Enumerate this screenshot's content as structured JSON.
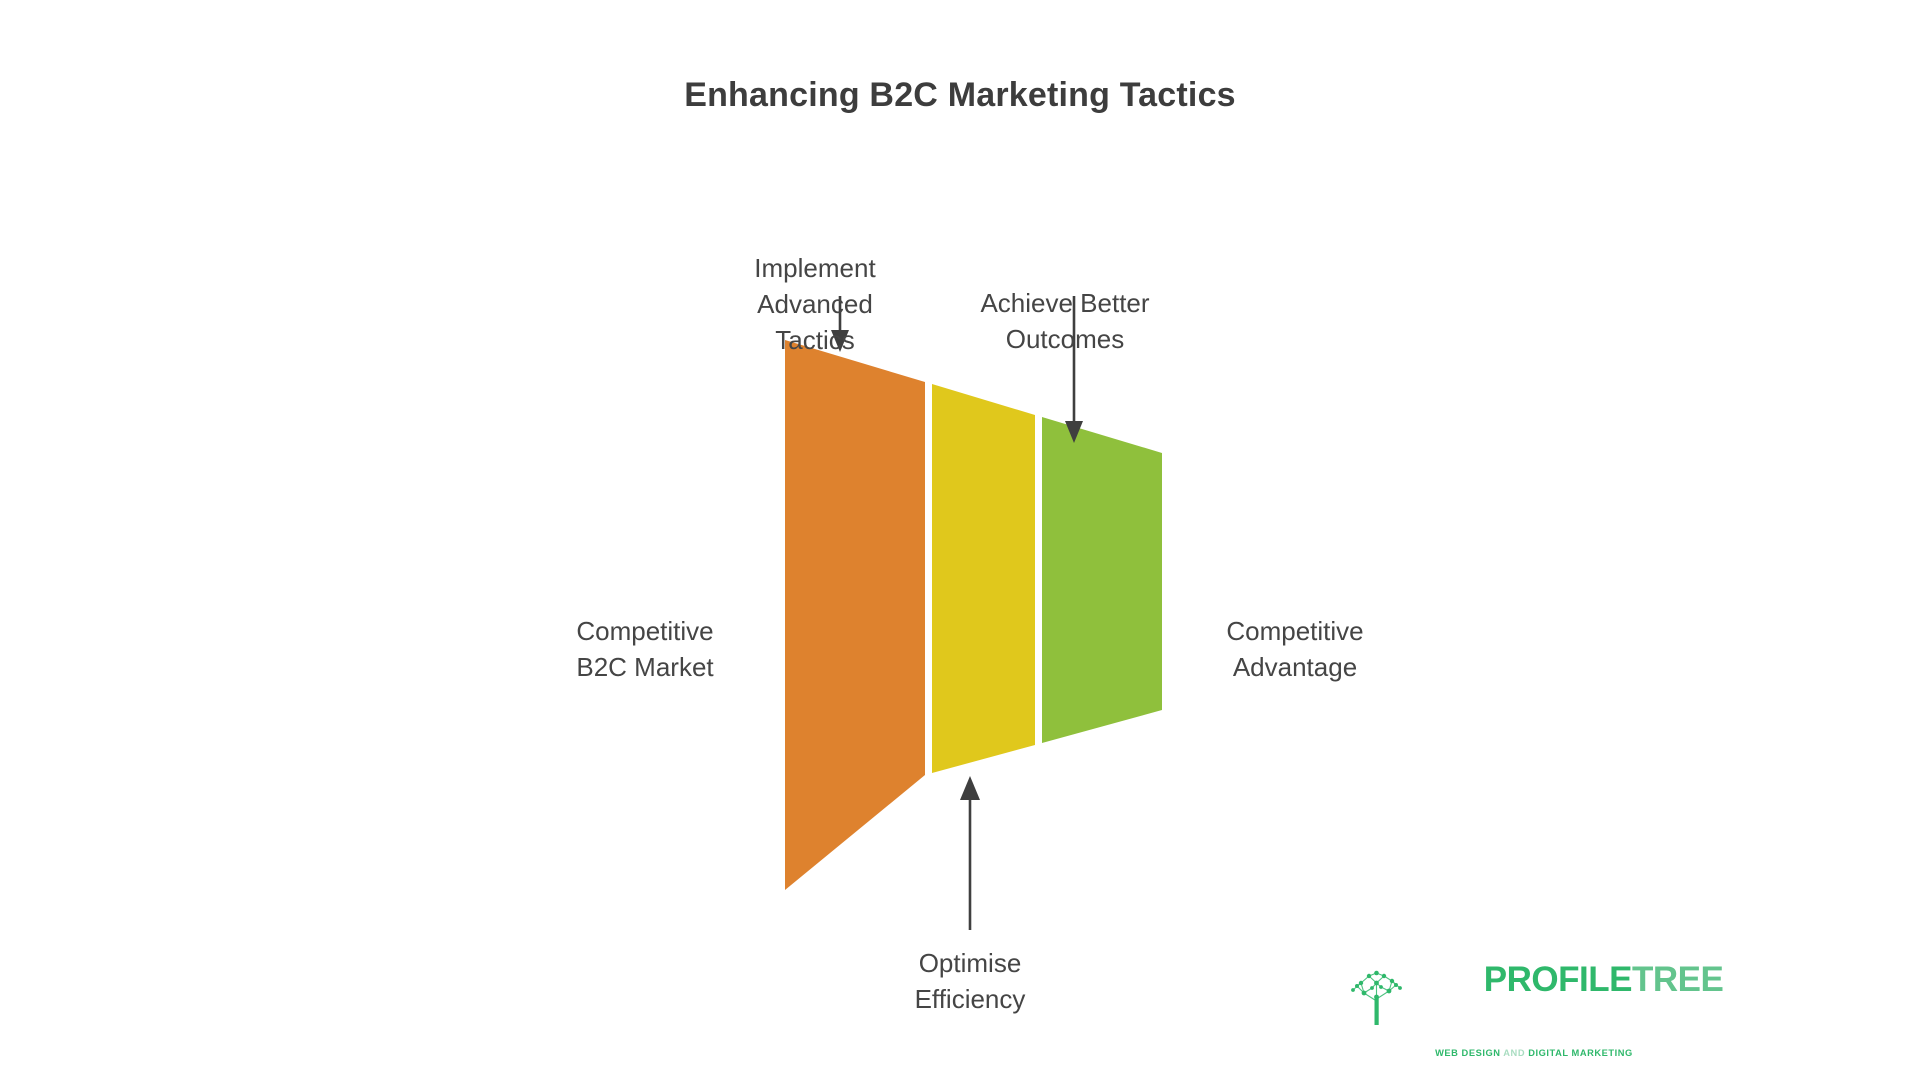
{
  "page": {
    "title": "Enhancing B2C Marketing Tactics",
    "background_color": "#ffffff",
    "text_color": "#454545"
  },
  "chart_data": {
    "type": "funnel",
    "title": "Enhancing B2C Marketing Tactics",
    "orientation": "horizontal",
    "direction": "left-to-right narrowing",
    "segments": [
      {
        "name": "stage-1",
        "color": "#de822e",
        "color_name": "orange",
        "relative_width": 0.37
      },
      {
        "name": "stage-2",
        "color": "#e0c81c",
        "color_name": "yellow",
        "relative_width": 0.3
      },
      {
        "name": "stage-3",
        "color": "#8fc03c",
        "color_name": "green",
        "relative_width": 0.33
      }
    ],
    "annotations": [
      {
        "text": "Implement Advanced Tactics",
        "position": "top-left",
        "arrow": "down"
      },
      {
        "text": "Achieve Better Outcomes",
        "position": "top-right",
        "arrow": "down"
      },
      {
        "text": "Competitive B2C Market",
        "position": "left",
        "arrow": "none"
      },
      {
        "text": "Competitive Advantage",
        "position": "right",
        "arrow": "none"
      },
      {
        "text": "Optimise Efficiency",
        "position": "bottom-center",
        "arrow": "up"
      }
    ],
    "xlabel": "",
    "ylabel": "",
    "legend": "none",
    "grid": false
  },
  "labels": {
    "implement_advanced_tactics": "Implement\nAdvanced\nTactics",
    "achieve_better_outcomes": "Achieve Better\nOutcomes",
    "competitive_b2c_market": "Competitive\nB2C Market",
    "competitive_advantage": "Competitive\nAdvantage",
    "optimise_efficiency": "Optimise\nEfficiency"
  },
  "logo": {
    "word_primary": "PROFILE",
    "word_secondary": "TREE",
    "tagline_part1": "WEB DESIGN ",
    "tagline_part2": "AND",
    "tagline_part3": " DIGITAL MARKETING",
    "primary_color": "#2fb86b",
    "secondary_color": "#63c48d"
  }
}
